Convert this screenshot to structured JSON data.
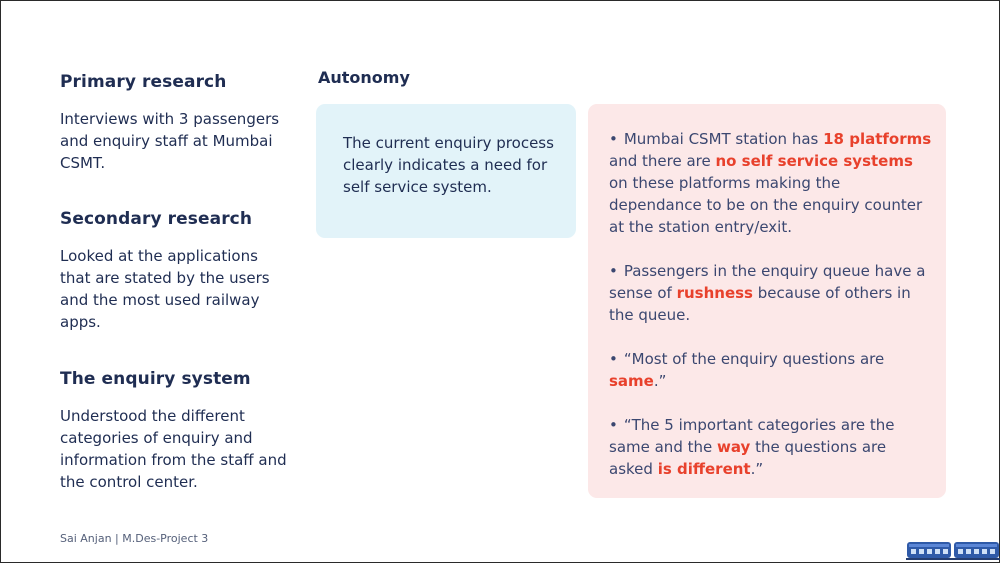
{
  "sections": [
    {
      "title": "Primary research",
      "body": "Interviews with 3 passengers and enquiry staff at Mumbai CSMT."
    },
    {
      "title": "Secondary research",
      "body": "Looked at the applications that are stated by the users and the most used railway apps."
    },
    {
      "title": "The enquiry system",
      "body": "Understood the different categories of enquiry and information from the staff and the control center."
    }
  ],
  "autonomy": {
    "title": "Autonomy",
    "card_text": "The current enquiry process clearly indicates a need for self service system."
  },
  "findings": {
    "bullet": "•",
    "b1": {
      "t1": "Mumbai CSMT station has ",
      "h1": "18 platforms",
      "t2": " and there are ",
      "h2": "no self service systems",
      "t3": " on these platforms making the dependance to be on the enquiry counter at the station entry/exit."
    },
    "b2": {
      "t1": "Passengers in the enquiry queue have a sense of ",
      "h1": "rushness",
      "t2": " because of others in the queue."
    },
    "b3": {
      "t1": "“Most of the enquiry questions are ",
      "h1": "same",
      "t2": ".”"
    },
    "b4": {
      "t1": "“The 5 important categories are the same and the ",
      "h1": "way",
      "t2": " the questions are asked ",
      "h2": "is different",
      "t3": ".”"
    }
  },
  "footer": "Sai Anjan | M.Des-Project 3",
  "colors": {
    "heading": "#1f2d52",
    "highlight": "#e8412c",
    "blue_card": "#e2f3f9",
    "pink_card": "#fce8e8"
  },
  "icons": {
    "train": "train-icon"
  }
}
